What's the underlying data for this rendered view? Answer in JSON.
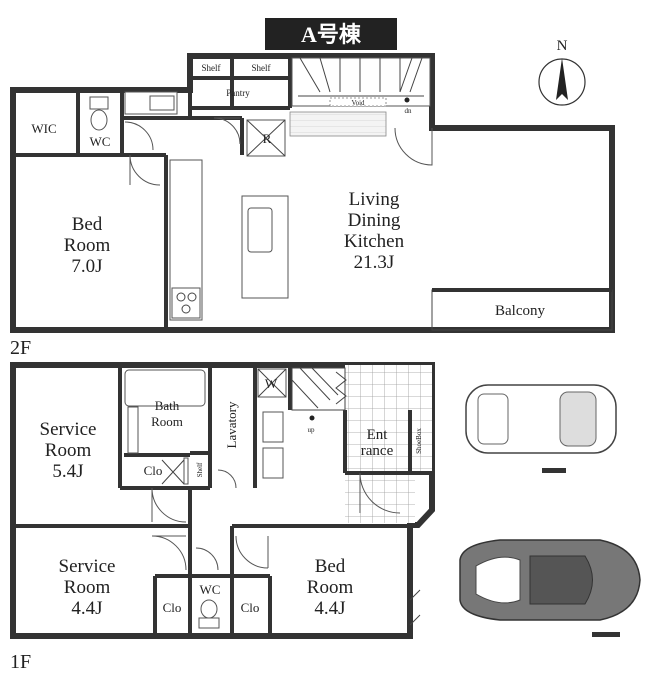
{
  "title": "A号棟",
  "north": "N",
  "floors": {
    "second": {
      "label": "2F",
      "rooms": {
        "wic": "WIC",
        "wc": "WC",
        "shelf_left": "Shelf",
        "shelf_right": "Shelf",
        "pantry": "Pantry",
        "void": "Void",
        "stair_dn": "dn",
        "refrigerator": "R",
        "bedroom_name_1": "Bed",
        "bedroom_name_2": "Room",
        "bedroom_size": "7.0J",
        "ldk_name_1": "Living",
        "ldk_name_2": "Dining",
        "ldk_name_3": "Kitchen",
        "ldk_size": "21.3J",
        "balcony": "Balcony"
      }
    },
    "first": {
      "label": "1F",
      "rooms": {
        "service1_name_1": "Service",
        "service1_name_2": "Room",
        "service1_size": "5.4J",
        "bath_1": "Bath",
        "bath_2": "Room",
        "washer": "W",
        "lavatory": "Lavatory",
        "stair_up": "up",
        "entrance_1": "Ent",
        "entrance_2": "rance",
        "shoebox": "ShoeBox",
        "clo_top": "Clo",
        "shelf": "Shelf",
        "service2_name_1": "Service",
        "service2_name_2": "Room",
        "service2_size": "4.4J",
        "clo_left": "Clo",
        "wc": "WC",
        "clo_right": "Clo",
        "bed_name_1": "Bed",
        "bed_name_2": "Room",
        "bed_size": "4.4J"
      }
    }
  },
  "colors": {
    "wall": "#333333",
    "title_bg": "#222222",
    "tile": "#9a9a9a"
  }
}
